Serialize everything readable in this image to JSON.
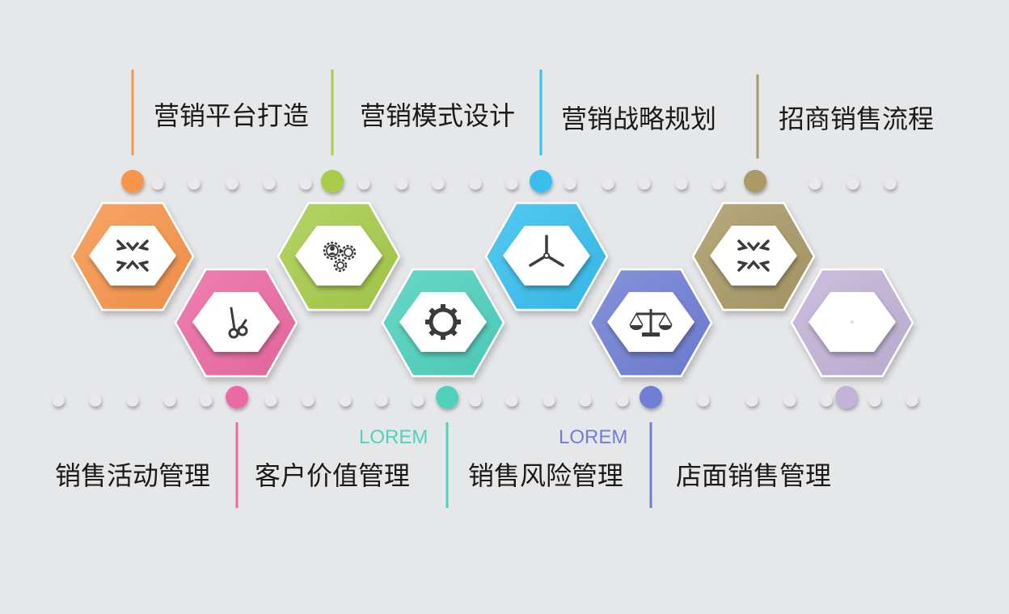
{
  "top_items": [
    {
      "label": "营销平台打造",
      "color": "#f7954b",
      "icon": "collapse-arrows-icon"
    },
    {
      "label": "营销模式设计",
      "color": "#a7cc4a",
      "icon": "people-gears-icon"
    },
    {
      "label": "营销战略规划",
      "color": "#37bff0",
      "icon": "wind-turbine-icon"
    },
    {
      "label": "招商销售流程",
      "color": "#a99a66",
      "icon": "collapse-arrows-icon"
    }
  ],
  "bottom_items": [
    {
      "label": "销售活动管理",
      "color": "#ec6aa3",
      "icon": "scissors-icon"
    },
    {
      "label": "客户价值管理",
      "color": "#4fd1bd",
      "icon": "gear-icon",
      "caption": "LOREM"
    },
    {
      "label": "销售风险管理",
      "color": "#6f7fd6",
      "icon": "scales-icon",
      "caption": "LOREM"
    },
    {
      "label": "店面销售管理",
      "color": "#c3b3d8",
      "icon": "blank-icon"
    }
  ]
}
